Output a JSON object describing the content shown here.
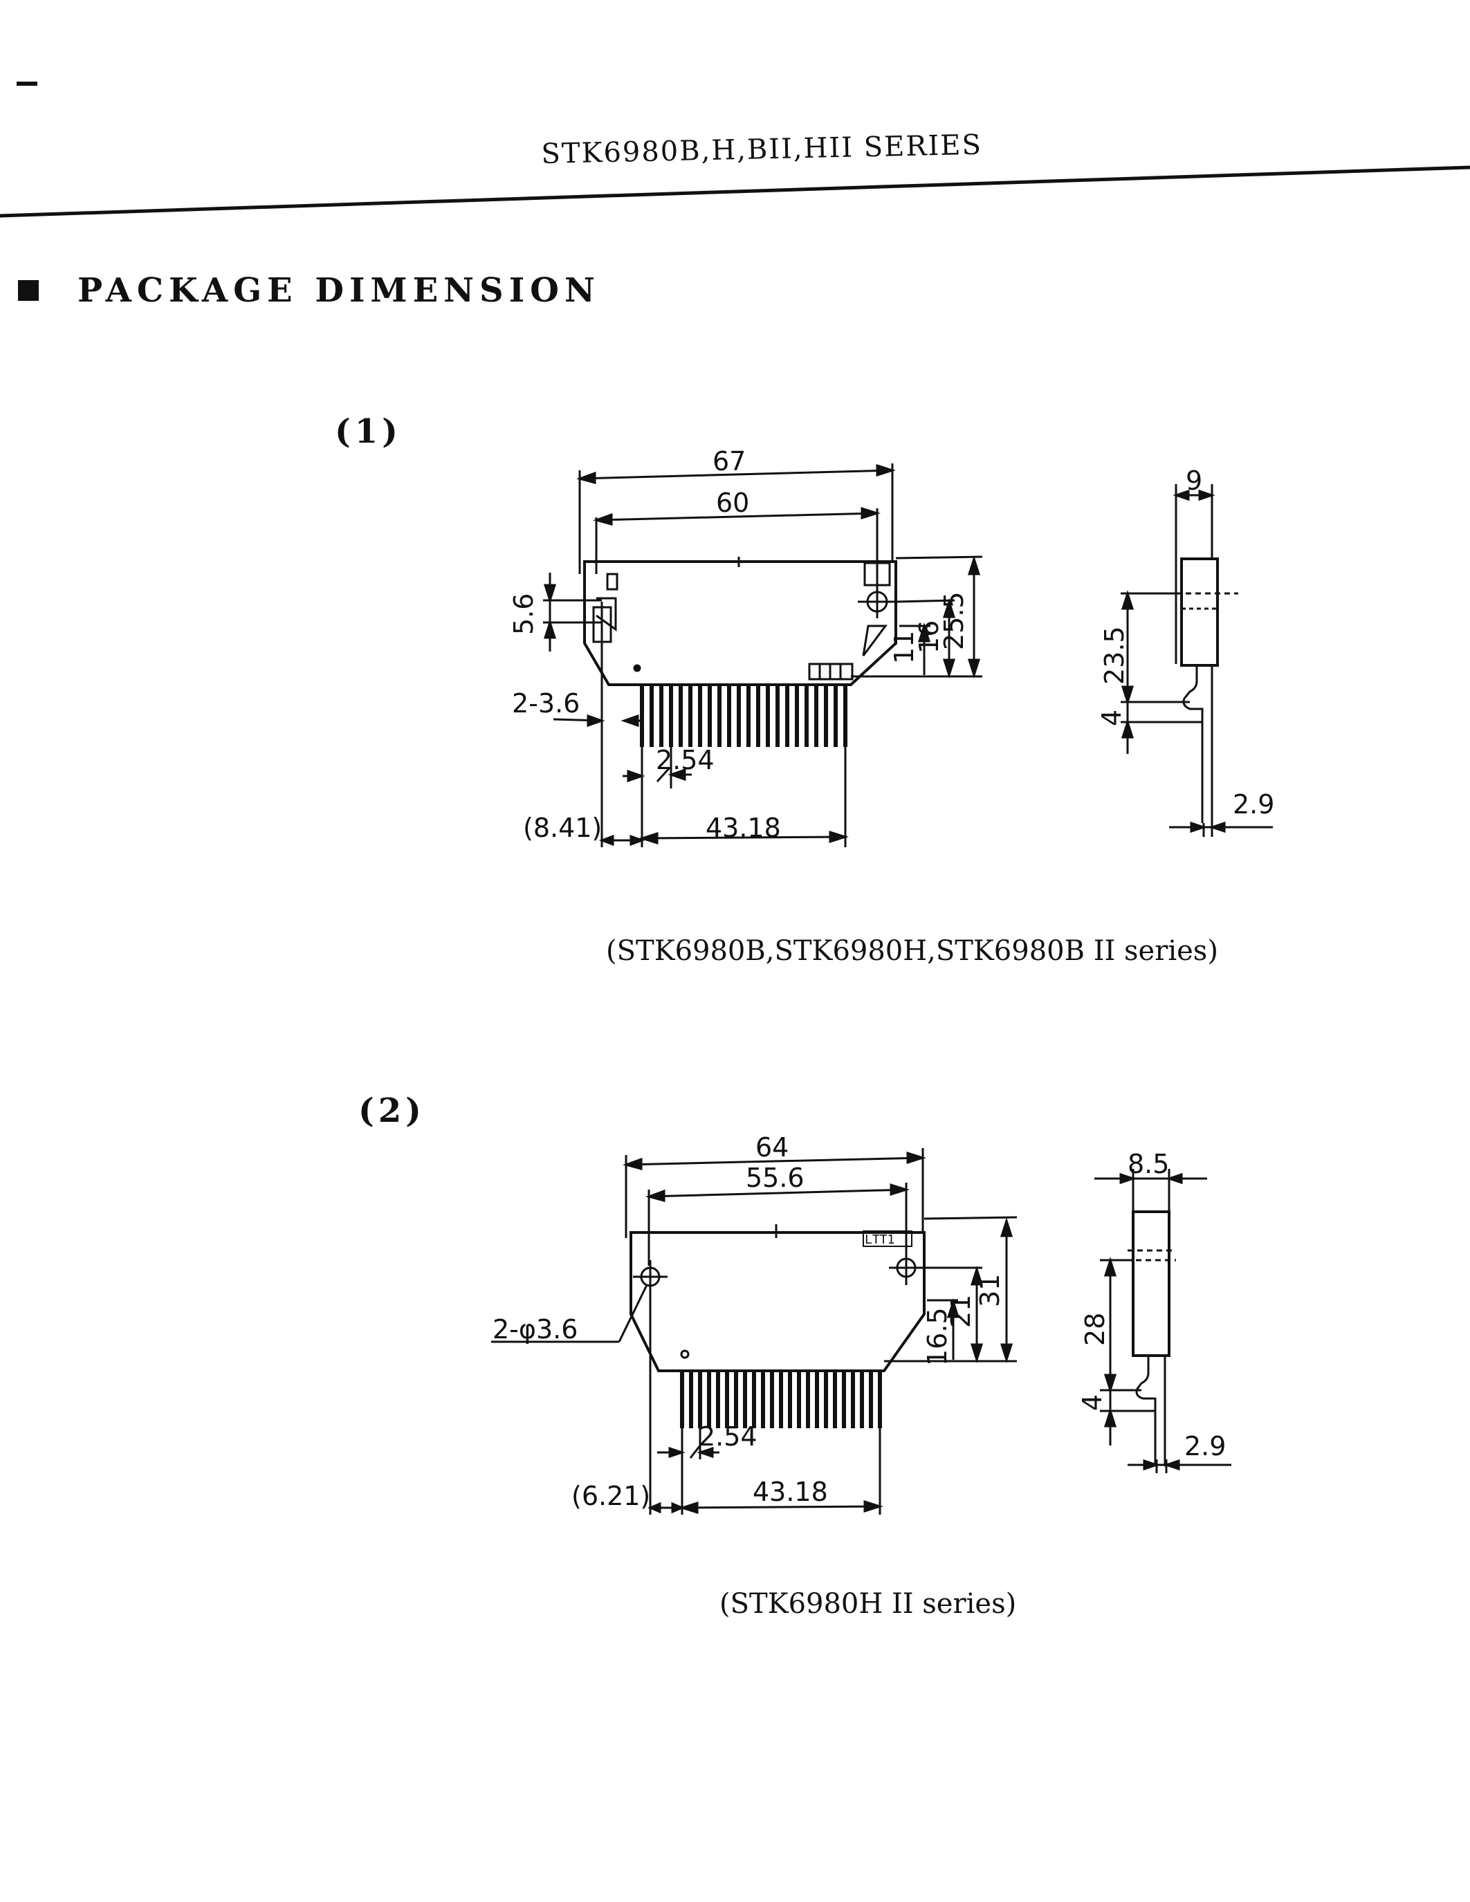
{
  "header": {
    "series_title": "STK6980B,H,BII,HII SERIES"
  },
  "section": {
    "title": "PACKAGE DIMENSION"
  },
  "figure1": {
    "number": "(1)",
    "caption": "(STK6980B,STK6980H,STK6980B II series)",
    "front_view": {
      "width_overall": "67",
      "width_holes": "60",
      "hole_offset": "5.6",
      "hole_label": "2-3.6",
      "pitch": "2.54",
      "edge_offset": "(8.41)",
      "pin_span": "43.18",
      "height_11": "11",
      "height_16": "16",
      "height_25_5": "25.5"
    },
    "side_view": {
      "thickness": "9",
      "lead_height": "23.5",
      "bend": "4",
      "lead_offset": "2.9"
    }
  },
  "figure2": {
    "number": "(2)",
    "caption": "(STK6980H II series)",
    "front_view": {
      "width_overall": "64",
      "width_holes": "55.6",
      "hole_label": "2-φ3.6",
      "pitch": "2.54",
      "edge_offset": "(6.21)",
      "pin_span": "43.18",
      "height_16_5": "16.5",
      "height_21": "21",
      "height_31": "31",
      "marking": "LTT1"
    },
    "side_view": {
      "thickness": "8.5",
      "lead_height": "28",
      "bend": "4",
      "lead_offset": "2.9"
    }
  }
}
